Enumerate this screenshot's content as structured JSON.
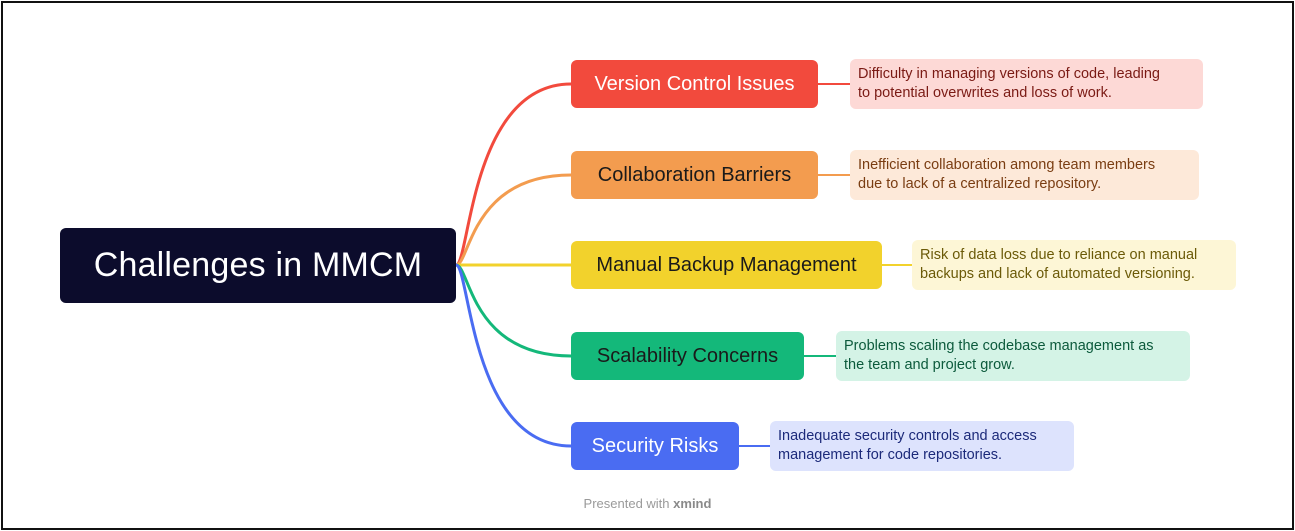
{
  "root": {
    "label": "Challenges in MMCM"
  },
  "branches": [
    {
      "label": "Version Control Issues",
      "detail_line1": "Difficulty in managing versions of code, leading",
      "detail_line2": "to potential overwrites and loss of work.",
      "color": "#f24a3d",
      "note_bg": "#fdd9d6",
      "text_color": "#ffffff",
      "note_text": "#7a1a14"
    },
    {
      "label": "Collaboration Barriers",
      "detail_line1": "Inefficient collaboration among team members",
      "detail_line2": "due to lack of a centralized repository.",
      "color": "#f39c4f",
      "note_bg": "#fde9d9",
      "text_color": "#1a1a1a",
      "note_text": "#7a3d12"
    },
    {
      "label": "Manual Backup Management",
      "detail_line1": "Risk of data loss due to reliance on manual",
      "detail_line2": "backups and lack of automated versioning.",
      "color": "#f2d22c",
      "note_bg": "#fdf6d6",
      "text_color": "#1a1a1a",
      "note_text": "#6b5a08"
    },
    {
      "label": "Scalability Concerns",
      "detail_line1": "Problems scaling the codebase management as",
      "detail_line2": "the team and project grow.",
      "color": "#14b87a",
      "note_bg": "#d4f3e6",
      "text_color": "#1a1a1a",
      "note_text": "#0c5a3c"
    },
    {
      "label": "Security Risks",
      "detail_line1": "Inadequate security controls and access",
      "detail_line2": "management for code repositories.",
      "color": "#4a6cf2",
      "note_bg": "#dde3fd",
      "text_color": "#ffffff",
      "note_text": "#1c2a7a"
    }
  ],
  "footer": {
    "prefix": "Presented with",
    "brand": "xmind"
  }
}
